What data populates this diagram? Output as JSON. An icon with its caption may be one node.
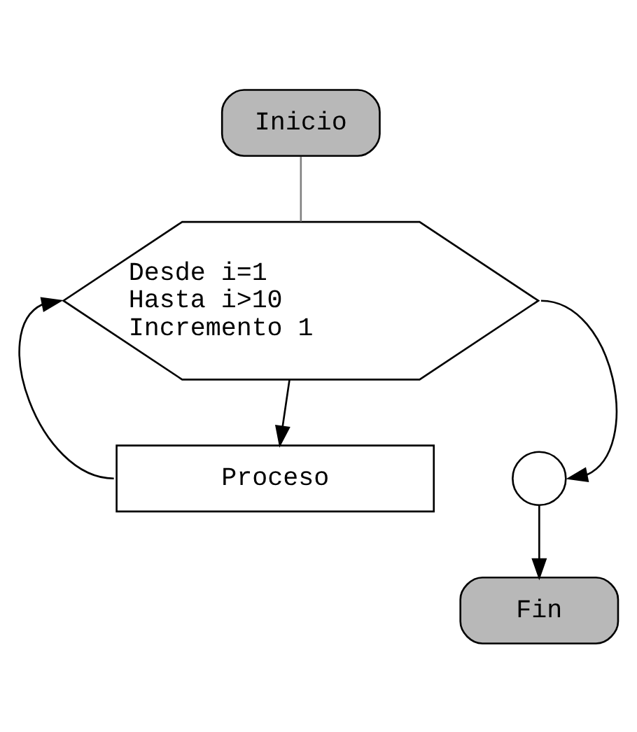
{
  "diagram": {
    "nodes": [
      {
        "text": [
          "Inicio"
        ]
      },
      {
        "text": [
          "Desde i=1",
          "Hasta i>10",
          "Incremento 1"
        ]
      },
      {
        "text": [
          "Proceso"
        ]
      },
      {
        "text": [],
        "shape": "circle"
      },
      {
        "text": [
          "Fin"
        ]
      }
    ],
    "edges": [
      {
        "from": 0,
        "to": 1,
        "arrow": "none",
        "color": "#808080"
      },
      {
        "from": 1,
        "to": 2,
        "arrow": "to"
      },
      {
        "from": 2,
        "to": 1,
        "arrow": "to"
      },
      {
        "from": 1,
        "to": 3,
        "arrow": "to"
      },
      {
        "from": 3,
        "to": 4,
        "arrow": "to"
      }
    ]
  }
}
